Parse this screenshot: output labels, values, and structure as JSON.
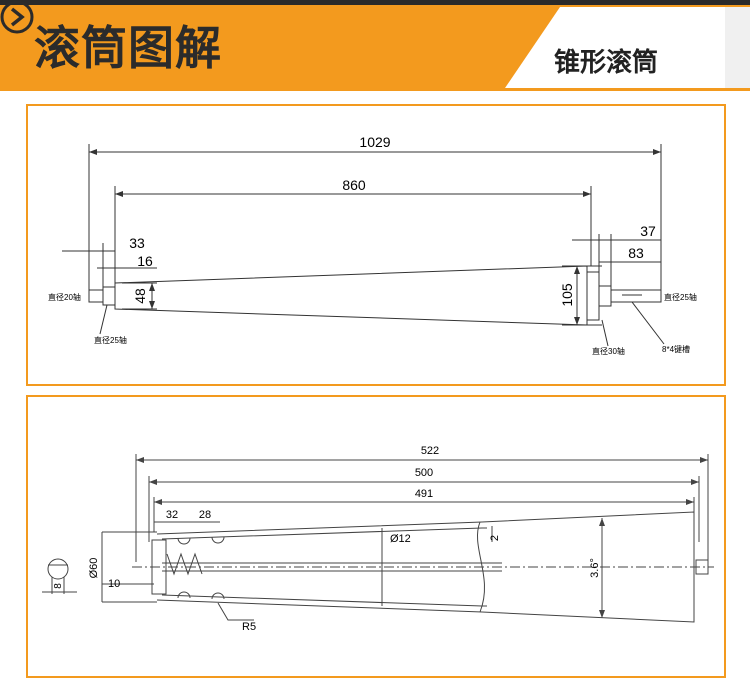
{
  "header": {
    "title": "滚筒图解",
    "subtitle": "锥形滚筒",
    "colors": {
      "accent": "#f39a1e",
      "band": "#2a2a2a"
    }
  },
  "drawing1": {
    "dim_overall": "1029",
    "dim_body": "860",
    "dim_left_outer": "33",
    "dim_left_inner": "16",
    "dim_right_outer": "37",
    "dim_right_inner": "83",
    "dia_small": "48",
    "dia_large": "105",
    "note_left_shaft": "直径20轴",
    "note_left_bearing": "直径25轴",
    "note_right_shaft": "直径25轴",
    "note_right_bearing": "直径30轴",
    "note_keyway": "8*4键槽"
  },
  "drawing2": {
    "dim_overall": "522",
    "dim_mid": "500",
    "dim_inner": "491",
    "dim_a": "32",
    "dim_b": "28",
    "dim_shaft": "Ø12",
    "dim_wall": "2",
    "dim_left_dia": "Ø60",
    "dim_offset": "10",
    "dim_right": "3.6°",
    "dim_radius": "R5",
    "dim_section": "8"
  }
}
